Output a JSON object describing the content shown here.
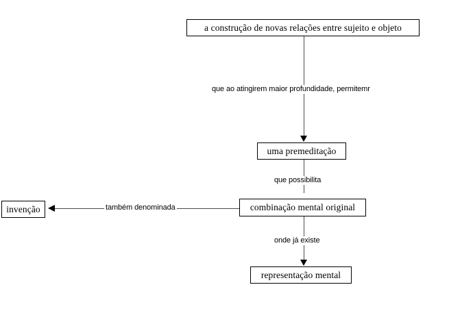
{
  "diagram": {
    "type": "concept-map",
    "language": "pt-BR",
    "background_color": "#ffffff",
    "node_border_color": "#000000",
    "edge_color": "#4c4c4c",
    "arrow_color": "#000000",
    "nodes": [
      {
        "id": "construcao",
        "label": "a construção de novas relações entre sujeito e objeto"
      },
      {
        "id": "premeditacao",
        "label": "uma premeditação"
      },
      {
        "id": "combinacao",
        "label": "combinação mental original"
      },
      {
        "id": "invencao",
        "label": "invenção"
      },
      {
        "id": "representacao",
        "label": "representação mental"
      }
    ],
    "edges": [
      {
        "id": "construcao-premeditacao",
        "from": "construcao",
        "to": "premeditacao",
        "label": "que ao atingirem  maior profundidade, permitemr",
        "direction": "down"
      },
      {
        "id": "premeditacao-combinacao",
        "from": "premeditacao",
        "to": "combinacao",
        "label": "que possibilita",
        "direction": "down"
      },
      {
        "id": "combinacao-invencao",
        "from": "combinacao",
        "to": "invencao",
        "label": "também denominada",
        "direction": "left"
      },
      {
        "id": "combinacao-representacao",
        "from": "combinacao",
        "to": "representacao",
        "label": "onde já existe",
        "direction": "down"
      }
    ]
  }
}
